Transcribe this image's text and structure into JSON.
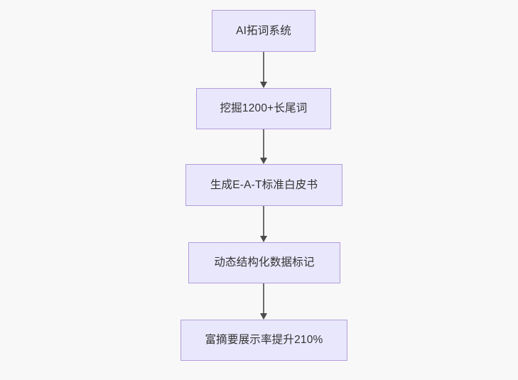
{
  "diagram": {
    "type": "flowchart",
    "direction": "top-to-bottom",
    "background_color": "#f8f8f8",
    "node_fill_color": "#e9e7fc",
    "node_border_color": "#b39ddb",
    "node_text_color": "#333333",
    "edge_color": "#6c6c6c",
    "nodes": [
      {
        "id": "n0",
        "label": "AI拓词系统"
      },
      {
        "id": "n1",
        "label": "挖掘1200+长尾词"
      },
      {
        "id": "n2",
        "label": "生成E-A-T标准白皮书"
      },
      {
        "id": "n3",
        "label": "动态结构化数据标记"
      },
      {
        "id": "n4",
        "label": "富摘要展示率提升210%"
      }
    ],
    "edges": [
      {
        "id": "e0",
        "from": "n0",
        "to": "n1",
        "label": ""
      },
      {
        "id": "e1",
        "from": "n1",
        "to": "n2",
        "label": ""
      },
      {
        "id": "e2",
        "from": "n2",
        "to": "n3",
        "label": ""
      },
      {
        "id": "e3",
        "from": "n3",
        "to": "n4",
        "label": ""
      }
    ]
  }
}
